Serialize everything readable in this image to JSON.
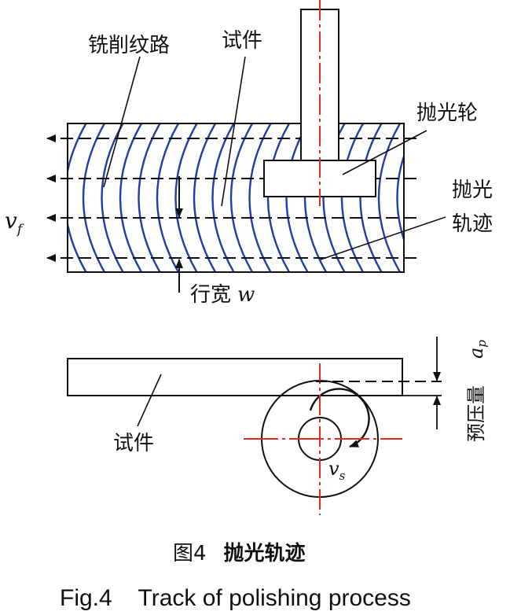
{
  "labels": {
    "milling_pattern": "铣削纹路",
    "workpiece_top": "试件",
    "polishing_wheel": "抛光轮",
    "polishing_track_line1": "抛光",
    "polishing_track_line2": "轨迹",
    "feed_velocity_main": "v",
    "feed_velocity_sub": "f",
    "row_width": "行宽",
    "row_width_symbol": "w",
    "preload_label": "预压量",
    "preload_symbol_main": "a",
    "preload_symbol_sub": "p",
    "workpiece_bottom": "试件",
    "spindle_speed_main": "v",
    "spindle_speed_sub": "s"
  },
  "caption": {
    "cn_num": "图4",
    "cn_title": "抛光轨迹",
    "en": "Fig.4    Track of polishing process"
  },
  "colors": {
    "line": "#111111",
    "arc": "#1f3fa8",
    "center": "#e8281e"
  }
}
